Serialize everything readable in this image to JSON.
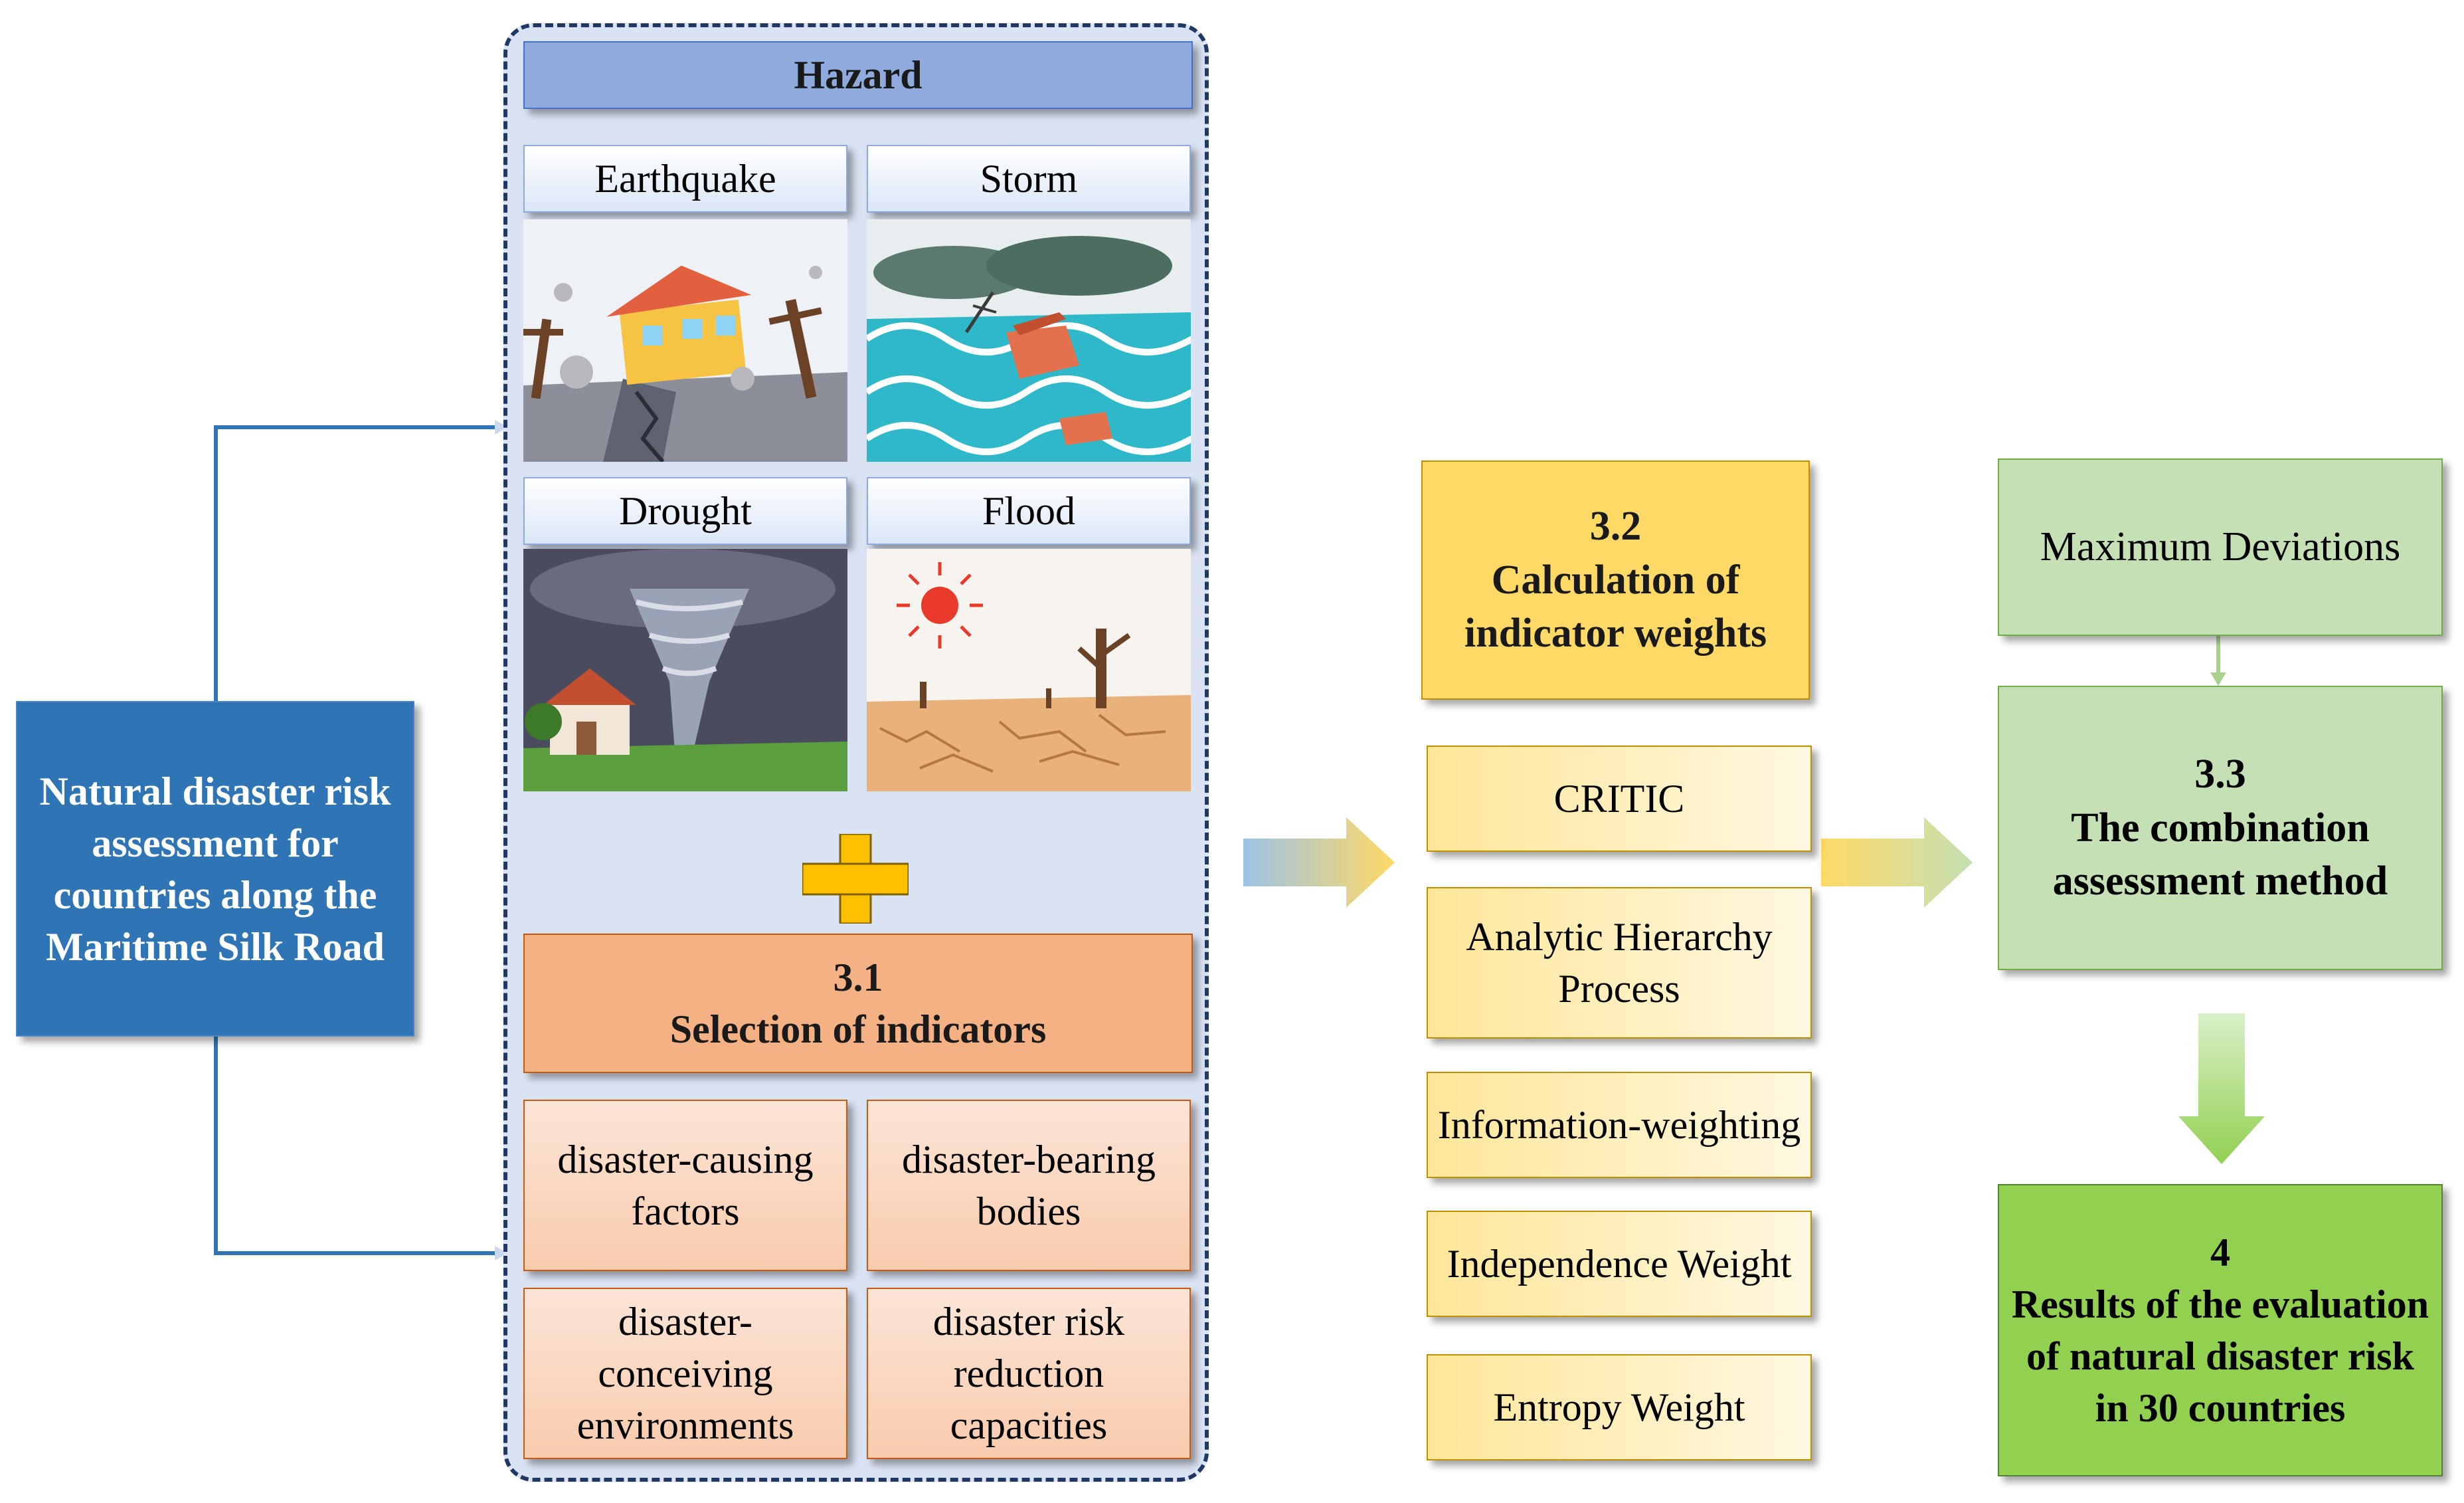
{
  "main_box": {
    "text": "Natural disaster risk assessment for countries along the Maritime Silk Road"
  },
  "hazard": {
    "title": "Hazard",
    "earthquake": "Earthquake",
    "storm": "Storm",
    "drought": "Drought",
    "flood": "Flood"
  },
  "selection": {
    "number": "3.1",
    "title": "Selection of indicators",
    "items": [
      "disaster-causing factors",
      "disaster-bearing bodies",
      "disaster-conceiving environments",
      "disaster risk reduction capacities"
    ]
  },
  "weights": {
    "number": "3.2",
    "title": "Calculation of indicator weights",
    "methods": [
      "CRITIC",
      "Analytic Hierarchy Process",
      "Information-weighting",
      "Independence Weight",
      "Entropy Weight"
    ]
  },
  "combination": {
    "max_dev": "Maximum Deviations",
    "number": "3.3",
    "title": "The combination assessment method"
  },
  "results": {
    "number": "4",
    "title": "Results of the evaluation of natural disaster risk in 30 countries"
  },
  "colors": {
    "main_blue": "#2f75b5",
    "hazard_panel": "#dae3f3",
    "hazard_header": "#8faadc",
    "selection_orange": "#f4b183",
    "weights_yellow": "#ffd966",
    "combo_green": "#c5e0b4",
    "results_green": "#92d050"
  }
}
